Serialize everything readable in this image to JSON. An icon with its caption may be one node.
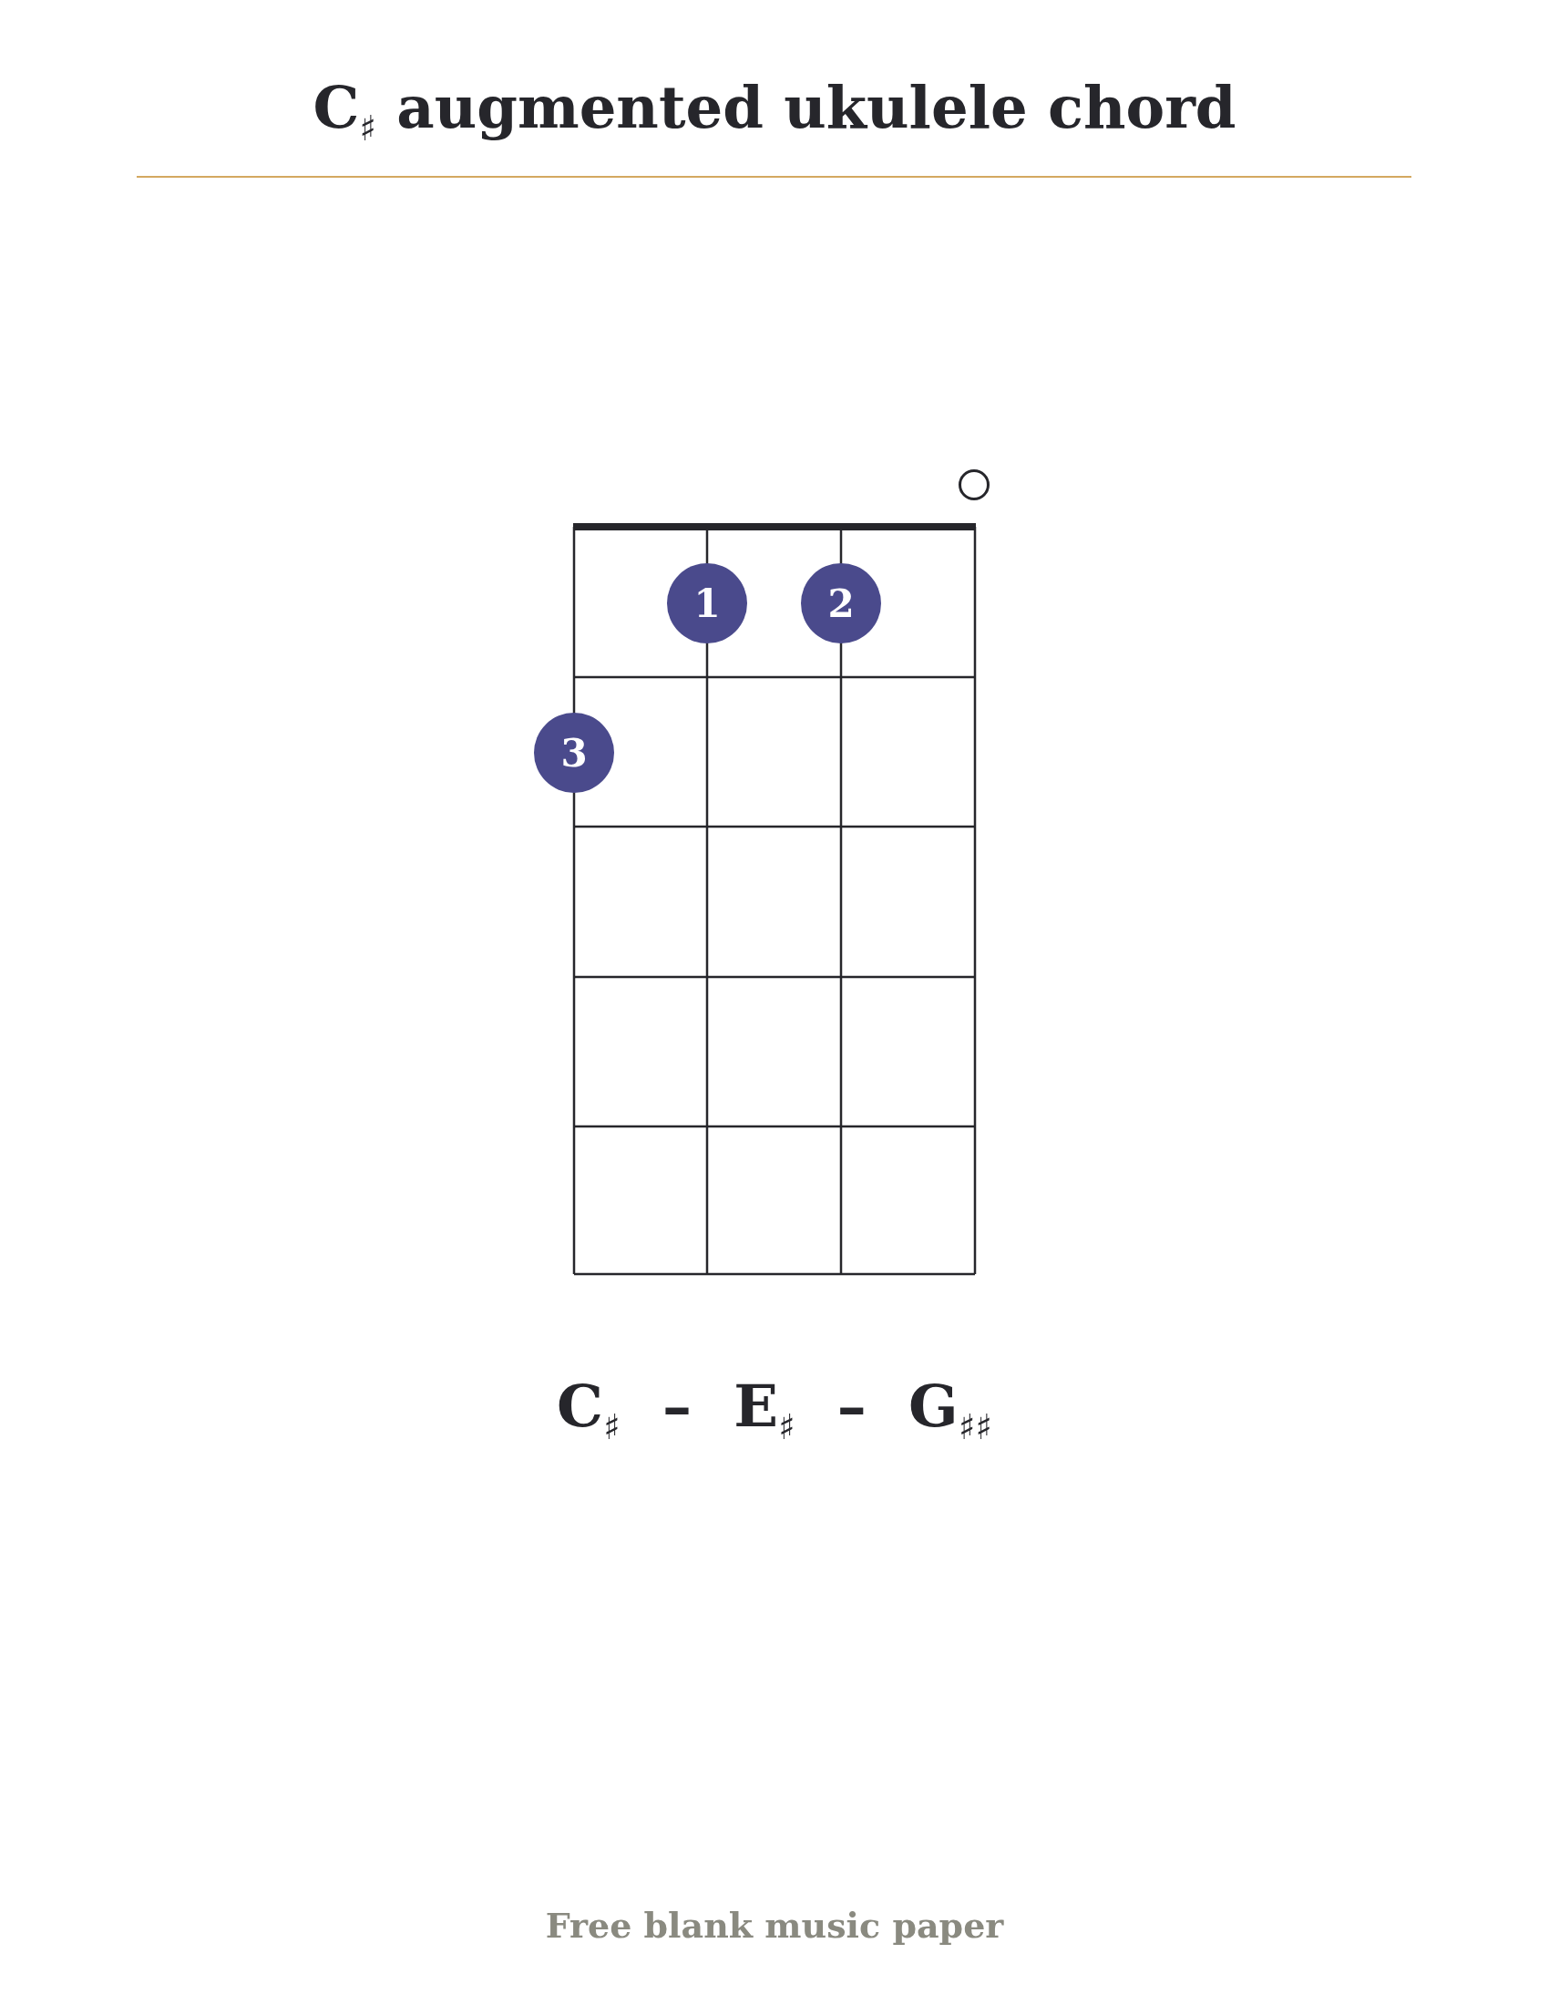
{
  "diagram": {
    "title": "C$_{♯}$ augmented ukulele chord",
    "nodes": [
      {
        "text": [],
        "shape": "circle"
      },
      {
        "text": [
          "1"
        ]
      },
      {
        "text": [
          "2"
        ]
      },
      {
        "text": [
          "3"
        ]
      }
    ],
    "labels": [
      "C$_{♯}$ – E$_{♯}$ – G$_{♯♯}$",
      "Free blank music paper"
    ]
  }
}
